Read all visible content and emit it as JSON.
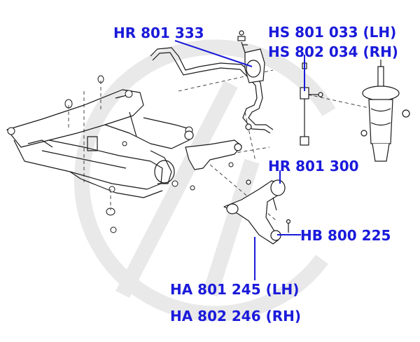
{
  "colors": {
    "label_text": "#1a1adb",
    "leader_line": "#1a1adb",
    "drawing": "#1a1a1a",
    "watermark": "#e8e8e8"
  },
  "labels": {
    "stabilizer_bushing": "HR 801 333",
    "stabilizer_link_lh": "HS 801 033 (LH)",
    "stabilizer_link_rh": "HS 802 034 (RH)",
    "arm_bushing_rear": "HR 801 300",
    "ball_joint": "HB 800 225",
    "control_arm_lh": "HA 801 245 (LH)",
    "control_arm_rh": "HA 802 246 (RH)"
  },
  "watermark": {
    "type": "logo",
    "icon": "circle-logo-watermark"
  }
}
